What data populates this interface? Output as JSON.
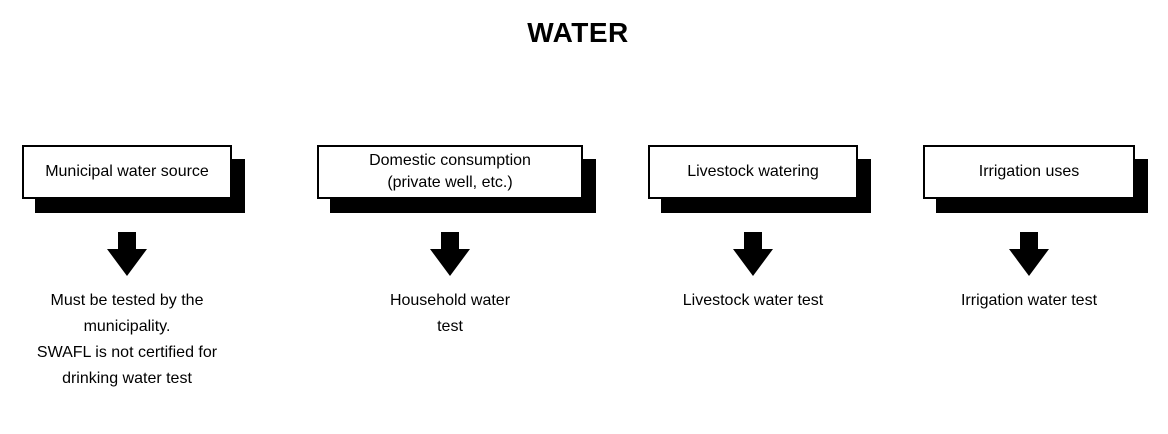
{
  "title": "WATER",
  "colors": {
    "foreground": "#000000",
    "background": "#ffffff"
  },
  "columns": [
    {
      "id": "municipal",
      "box_lines": [
        "Municipal water source"
      ],
      "result_lines": [
        "Must be tested by the",
        "municipality.",
        "SWAFL is not certified for",
        "drinking water test"
      ]
    },
    {
      "id": "domestic",
      "box_lines": [
        "Domestic consumption",
        "(private well, etc.)"
      ],
      "result_lines": [
        "Household water",
        "test"
      ]
    },
    {
      "id": "livestock",
      "box_lines": [
        "Livestock watering"
      ],
      "result_lines": [
        "Livestock water test"
      ]
    },
    {
      "id": "irrigation",
      "box_lines": [
        "Irrigation uses"
      ],
      "result_lines": [
        "Irrigation water test"
      ]
    }
  ]
}
